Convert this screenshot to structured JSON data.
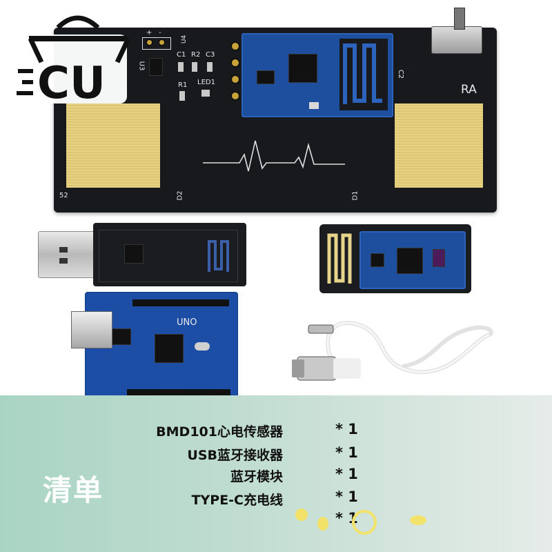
{
  "logo": {
    "text": "CU"
  },
  "board": {
    "label_ra": "RA",
    "serial": "52",
    "labels": {
      "u4": "U4",
      "u3": "U3",
      "c1": "C1",
      "r2": "R2",
      "c3": "C3",
      "r1": "R1",
      "led1": "LED1",
      "c2": "C2",
      "d2": "D2",
      "d1": "D1",
      "plus": "+",
      "minus": "-"
    }
  },
  "uno_label": "UNO",
  "list": {
    "label": "清单",
    "items": [
      {
        "name": "BMD101心电传感器",
        "qty": "* 1"
      },
      {
        "name": "USB蓝牙接收器",
        "qty": "* 1"
      },
      {
        "name": "蓝牙模块",
        "qty": "* 1"
      },
      {
        "name": "TYPE-C充电线",
        "qty": "* 1"
      },
      {
        "name": "",
        "qty": "* 1"
      }
    ]
  },
  "colors": {
    "pcb_black": "#17191c",
    "pad_gold": "#e6cf79",
    "module_blue": "#1d4f9e",
    "panel_green": "#a9d4c3",
    "list_label": "#ffffff"
  }
}
